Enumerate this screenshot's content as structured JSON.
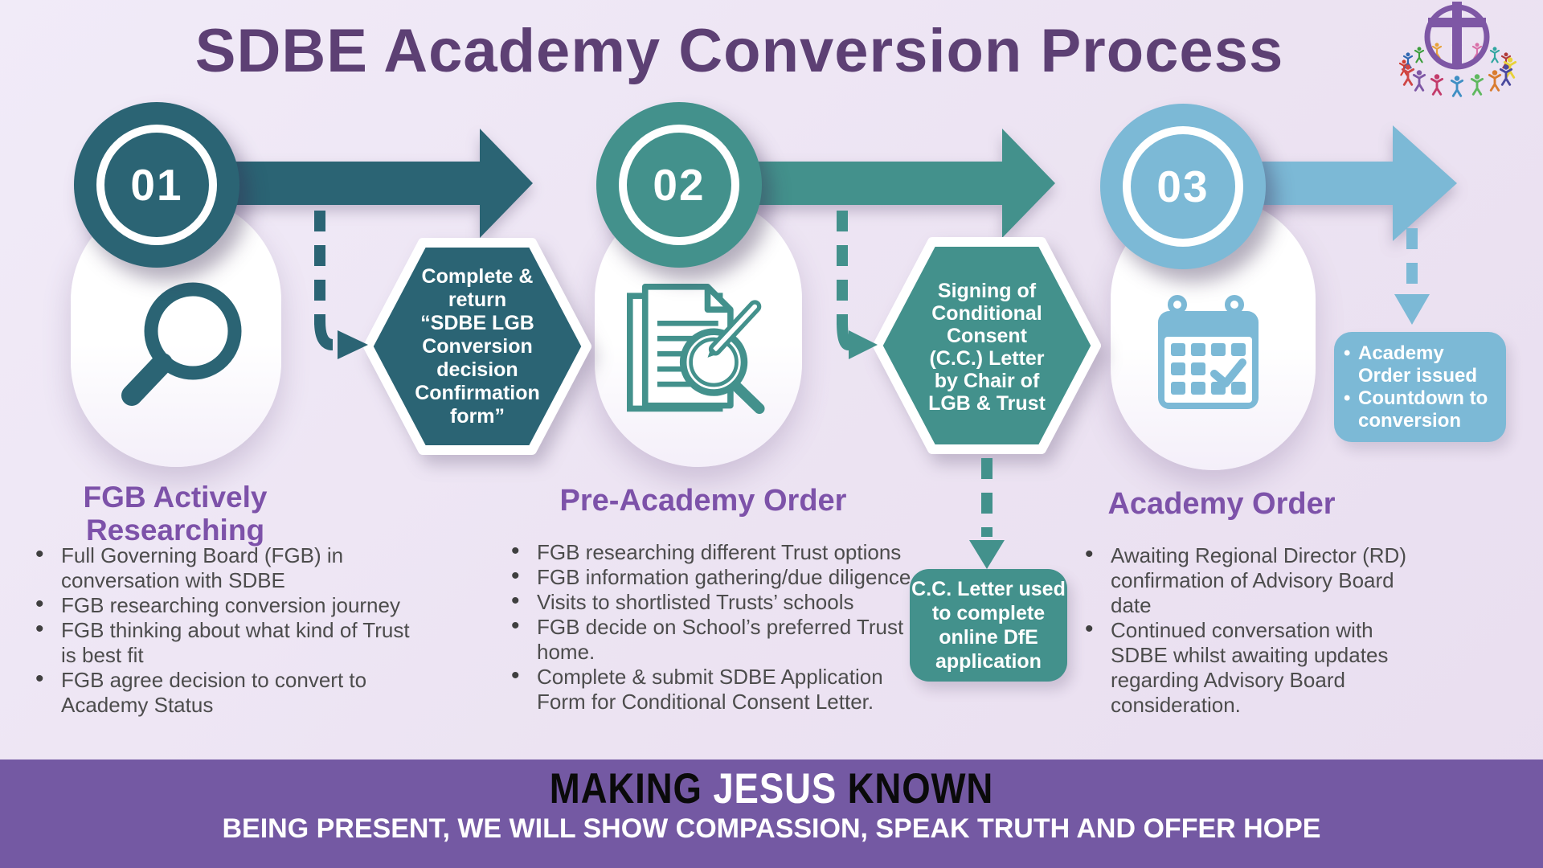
{
  "title": "SDBE Academy Conversion Process",
  "colors": {
    "background": "#ece4f2",
    "title": "#5d4074",
    "heading": "#7d52a9",
    "body_text": "#4c4c4c",
    "footer_bg": "#7459a3",
    "step1": "#2b6474",
    "step2": "#43918c",
    "step3": "#7cb9d6"
  },
  "steps": [
    {
      "number": "01",
      "icon": "magnifying-glass-icon",
      "heading": "FGB Actively\nResearching",
      "hexagon": "Complete &\nreturn\n“SDBE LGB\nConversion\ndecision\nConfirmation\nform”",
      "bullets": [
        "Full Governing Board (FGB) in\nconversation with SDBE",
        "FGB researching conversion journey",
        "FGB thinking about what kind of Trust\nis best fit",
        "FGB agree decision to convert to\nAcademy Status"
      ]
    },
    {
      "number": "02",
      "icon": "document-review-icon",
      "heading": "Pre-Academy Order",
      "hexagon": "Signing of\nConditional\nConsent\n(C.C.) Letter\nby Chair of\nLGB & Trust",
      "callout": "C.C. Letter used\nto complete\nonline DfE\napplication",
      "bullets": [
        "FGB researching different Trust options",
        "FGB information gathering/due diligence",
        "Visits to shortlisted Trusts’ schools",
        "FGB decide on School’s preferred Trust\nhome.",
        "Complete & submit SDBE Application\nForm for Conditional Consent Letter."
      ]
    },
    {
      "number": "03",
      "icon": "calendar-icon",
      "heading": "Academy Order",
      "callout_items": [
        "Academy\nOrder issued",
        "Countdown to\nconversion"
      ],
      "bullets": [
        "Awaiting Regional Director (RD)\nconfirmation of Advisory Board\ndate",
        "Continued conversation with\nSDBE whilst awaiting updates\nregarding Advisory Board\nconsideration."
      ]
    }
  ],
  "footer": {
    "line1_prefix": "MAKING",
    "line1_highlight": "JESUS",
    "line1_suffix": "KNOWN",
    "line2": "BEING PRESENT, WE WILL SHOW COMPASSION, SPEAK TRUTH AND OFFER HOPE"
  }
}
